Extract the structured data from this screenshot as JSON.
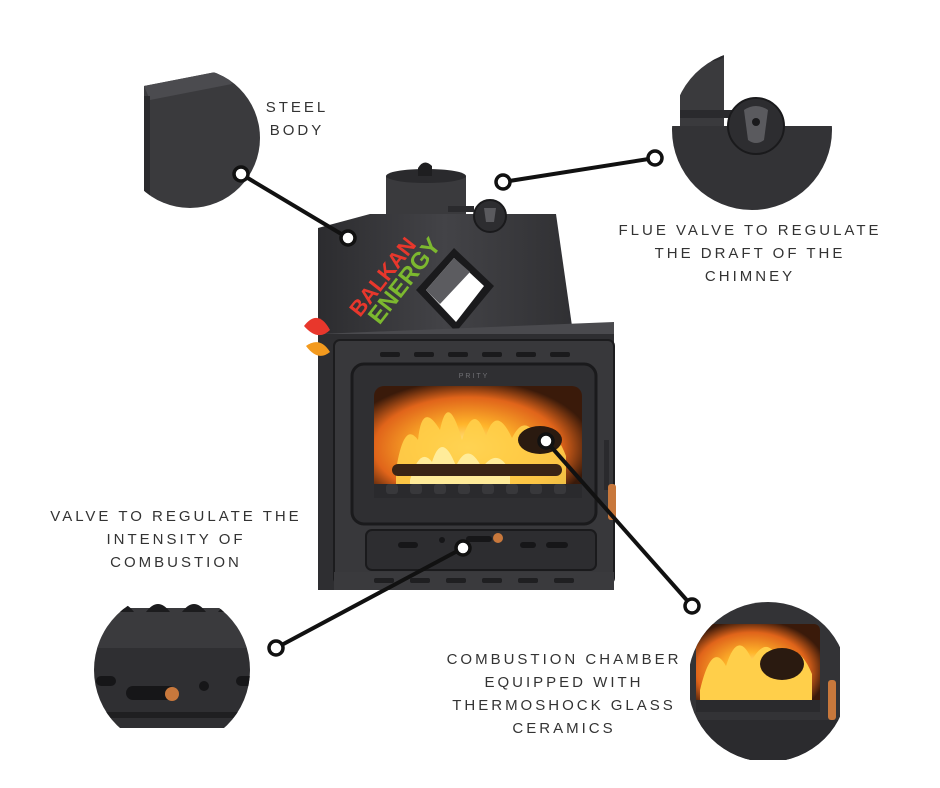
{
  "diagram": {
    "labels": {
      "steel_body": [
        "STEEL",
        "BODY"
      ],
      "flue_valve": [
        "FLUE VALVE TO REGULATE",
        "THE DRAFT OF THE",
        "CHIMNEY"
      ],
      "intensity_valve": [
        "VALVE TO REGULATE THE",
        "INTENSITY OF",
        "COMBUSTION"
      ],
      "combustion_chamber": [
        "COMBUSTION CHAMBER",
        "EQUIPPED WITH",
        "THERMOSHOCK GLASS",
        "CERAMICS"
      ]
    },
    "door_brand_text": "PRITY",
    "watermark": {
      "line1": "BALKAN",
      "line2": "ENERGY",
      "colors": {
        "red": "#e8372c",
        "green": "#7cb82f",
        "orange": "#f39a1e"
      }
    },
    "colors": {
      "line": "#111111",
      "steel": "#3b3b3e",
      "steel_dark": "#242427",
      "steel_light": "#4d4d51",
      "flame": "#f5a31a",
      "flame_core": "#ffe07a",
      "copper": "#c8783c"
    }
  }
}
